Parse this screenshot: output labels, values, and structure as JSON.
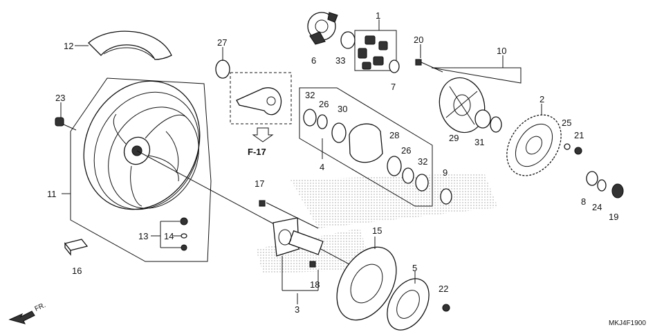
{
  "diagram": {
    "code": "MKJ4F1900",
    "fr_arrow_text": "FR.",
    "ref_text": "F-17",
    "callouts": [
      "1",
      "2",
      "3",
      "4",
      "5",
      "6",
      "7",
      "8",
      "9",
      "10",
      "11",
      "12",
      "13",
      "14",
      "15",
      "16",
      "17",
      "18",
      "19",
      "20",
      "21",
      "22",
      "23",
      "24",
      "25",
      "26",
      "26",
      "27",
      "28",
      "29",
      "30",
      "31",
      "32",
      "32",
      "33"
    ]
  }
}
